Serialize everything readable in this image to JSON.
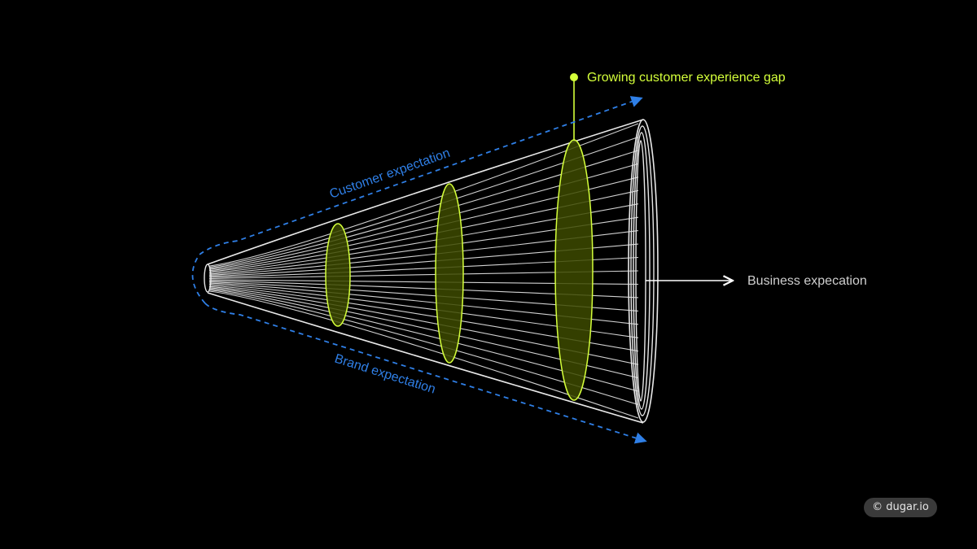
{
  "diagram": {
    "labels": {
      "gap": "Growing customer experience gap",
      "customer": "Customer expectation",
      "brand": "Brand expectation",
      "business": "Business expecation"
    },
    "colors": {
      "background": "#000000",
      "wireframe": "#e8e8e8",
      "accent": "#d4ff3a",
      "gap_fill": "#3d4a00",
      "dashed": "#2f7fe6",
      "arrow": "#ffffff",
      "business_text": "#cfcfcf"
    }
  },
  "credit": {
    "text": "© dugar.io"
  }
}
